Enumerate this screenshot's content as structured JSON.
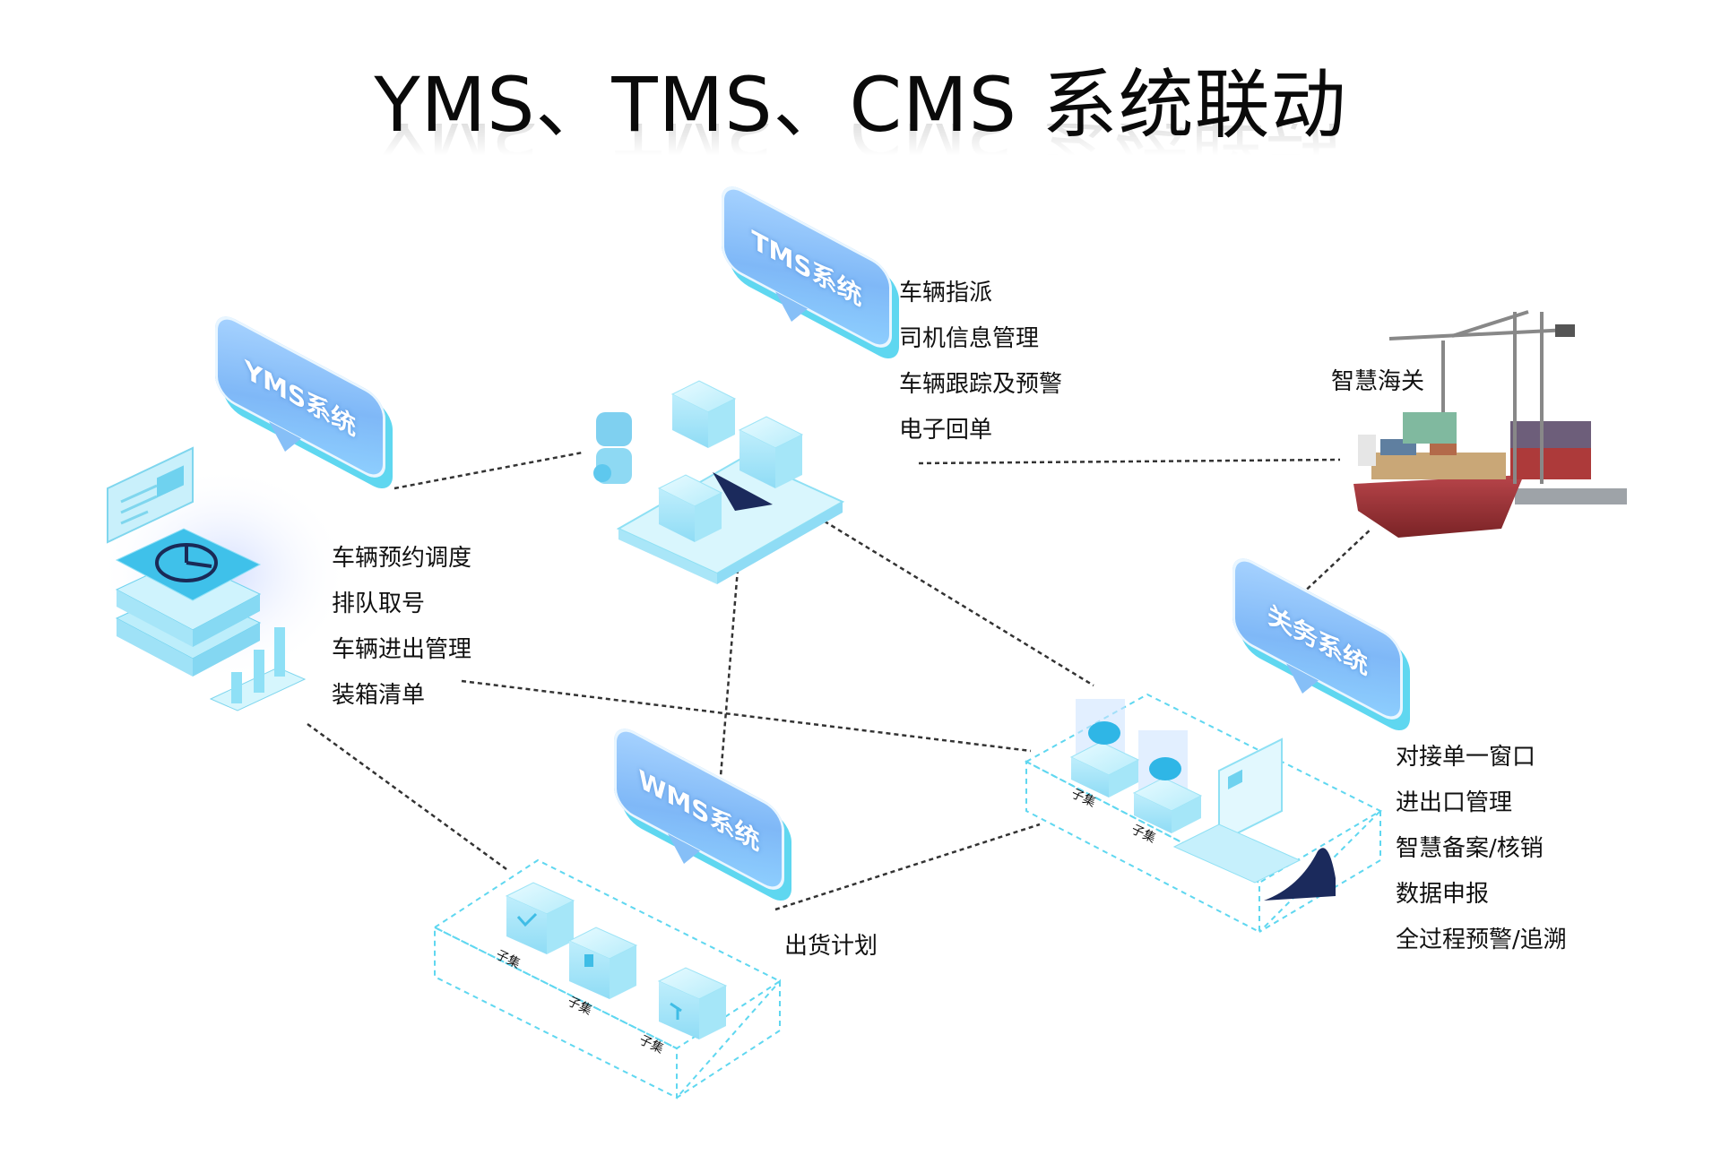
{
  "title": "YMS、TMS、CMS 系统联动",
  "badges": {
    "yms": "YMS系统",
    "tms": "TMS系统",
    "wms": "WMS系统",
    "customs": "关务系统"
  },
  "tms_features": [
    "车辆指派",
    "司机信息管理",
    "车辆跟踪及预警",
    "电子回单"
  ],
  "yms_features": [
    "车辆预约调度",
    "排队取号",
    "车辆进出管理",
    "装箱清单"
  ],
  "customs_features": [
    "对接单一窗口",
    "进出口管理",
    "智慧备案/核销",
    "数据申报",
    "全过程预警/追溯"
  ],
  "port_label": "智慧海关",
  "wms_label": "出货计划",
  "subset_label": "子集",
  "colors": {
    "accent": "#5fd7f0",
    "badge": "#8ec2fb",
    "line": "#333333"
  }
}
